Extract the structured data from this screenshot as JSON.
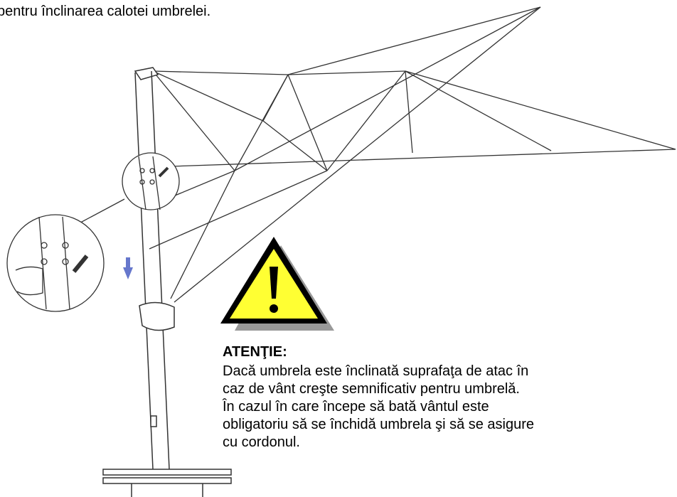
{
  "intro_text": "pentru înclinarea calotei umbrelei.",
  "warning": {
    "icon": "warning-triangle-icon",
    "icon_color": "#ffff33",
    "title": "ATENŢIE:",
    "lines": [
      "Dacă umbrela este înclinată suprafaţa de atac în",
      "caz de vânt creşte semnificativ pentru umbrelă.",
      "În cazul în care începe să bată vântul este",
      "obligatoriu să se închidă umbrela şi să se asigure",
      "cu cordonul."
    ]
  },
  "arrow_color": "#6677cc"
}
